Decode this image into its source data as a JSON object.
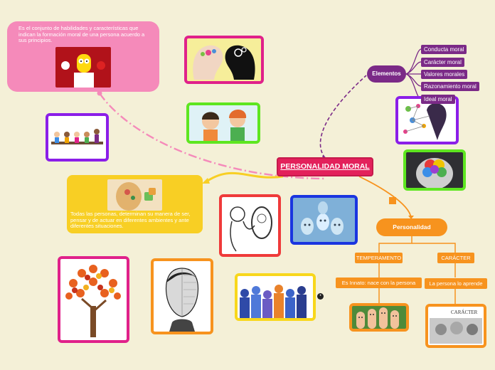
{
  "central_topic": "PERSONALIDAD MORAL",
  "pink_note": {
    "text": "Es el conjunto de habilidades y características que indican la formación moral de una persona acuerdo a sus principios."
  },
  "yellow_note": {
    "text": "Todas las personas, determinan su manera de ser, pensar y de actuar en diferentes ambientes y ante diferentes situaciones."
  },
  "elementos": {
    "label": "Elementos",
    "items": [
      "Conducta moral",
      "Carácter moral",
      "Valores morales",
      "Razonamiento moral",
      "Ideal moral"
    ]
  },
  "personalidad": {
    "label": "Personalidad",
    "temperamento": {
      "label": "TEMPERAMENTO",
      "detail": "Es Innato: nace con la persona"
    },
    "caracter": {
      "label": "CARÁCTER",
      "detail": "La persona lo aprende",
      "image_caption": "CARÁCTER"
    }
  },
  "colors": {
    "background": "#f4f0d7",
    "central": "#e3215b",
    "pink": "#f58aba",
    "yellow": "#f8cf24",
    "purple": "#7b2a87",
    "orange": "#f7931e",
    "magenta": "#e0218a",
    "green": "#5ee620",
    "blue": "#1a35e0",
    "violet": "#8b1ee8",
    "red": "#ef3a3a"
  }
}
